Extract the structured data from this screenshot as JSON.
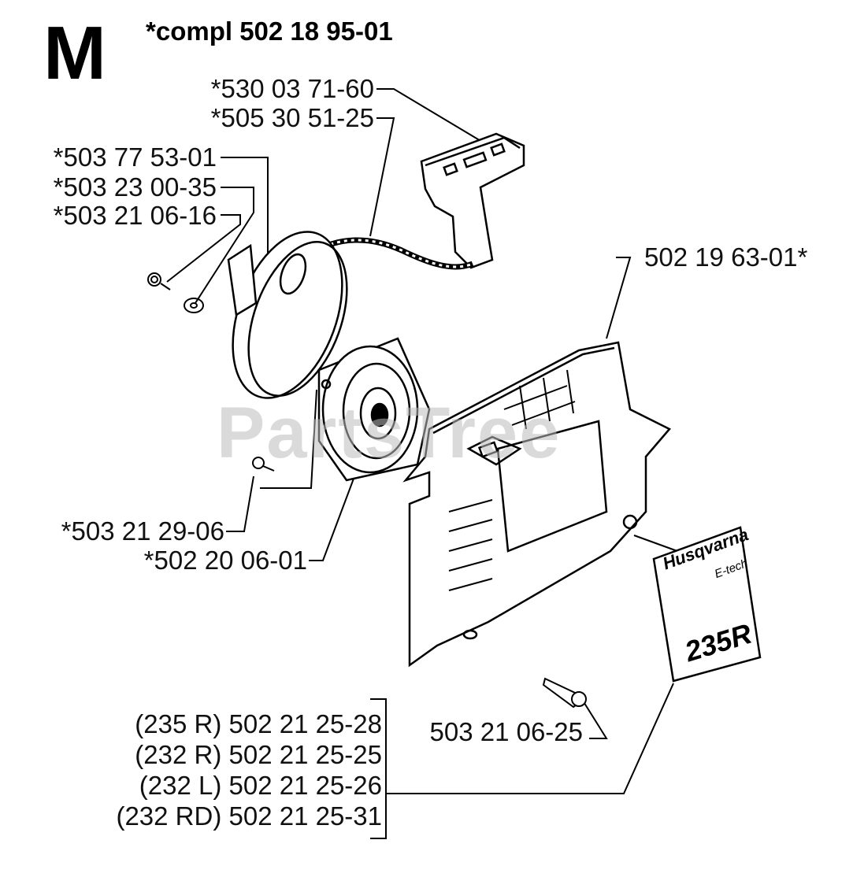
{
  "header": {
    "section_letter": "M",
    "compl_part": "*compl 502 18 95-01"
  },
  "watermark": "PartsTree",
  "labels": {
    "handle": "*530 03 71-60",
    "rope": "*505 30 51-25",
    "pulley": "*503 77 53-01",
    "washer": "*503 23 00-35",
    "center_screw": "*503 21 06-16",
    "screw_small": "*503 21 29-06",
    "spring_cassette": "*502 20 06-01",
    "cover": "502 19 63-01*",
    "cover_screw": "503 21 06-25"
  },
  "decal": {
    "brand": "Husqvarna",
    "sub": "E-tech",
    "model": "235R",
    "variants": [
      "(235 R) 502 21 25-28",
      "(232 R) 502 21 25-25",
      "(232 L) 502 21 25-26",
      "(232 RD) 502 21 25-31"
    ]
  }
}
